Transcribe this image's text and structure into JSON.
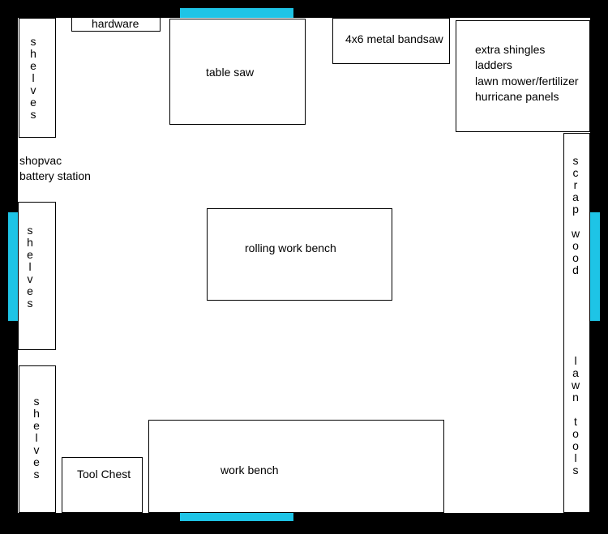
{
  "colors": {
    "wall": "#000000",
    "window": "#1ec4e6",
    "floor": "#ffffff"
  },
  "items": {
    "hardware": "hardware",
    "table_saw": "table saw",
    "bandsaw": "4x6 metal bandsaw",
    "storage_corner": [
      "extra shingles",
      "ladders",
      "lawn mower/fertilizer",
      "hurricane panels"
    ],
    "shelves_top": "shelves",
    "shopvac": [
      "shopvac",
      "battery station"
    ],
    "shelves_middle": "shelves",
    "shelves_bottom": "shelves",
    "rolling_work_bench": "rolling work bench",
    "work_bench": "work bench",
    "tool_chest": "Tool Chest",
    "scrap_wood": "scrap wood",
    "lawn_tools": "lawn tools"
  }
}
